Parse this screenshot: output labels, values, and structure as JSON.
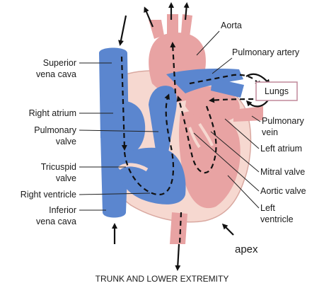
{
  "labels": {
    "aorta": "Aorta",
    "pulmonary_artery": "Pulmonary artery",
    "lungs": "Lungs",
    "pulmonary_vein_1": "Pulmonary",
    "pulmonary_vein_2": "vein",
    "left_atrium": "Left atrium",
    "mitral_valve": "Mitral valve",
    "aortic_valve": "Aortic valve",
    "left_ventricle_1": "Left",
    "left_ventricle_2": "ventricle",
    "apex": "apex",
    "superior_vena_cava_1": "Superior",
    "superior_vena_cava_2": "vena cava",
    "right_atrium": "Right atrium",
    "pulmonary_valve_1": "Pulmonary",
    "pulmonary_valve_2": "valve",
    "tricuspid_valve_1": "Tricuspid",
    "tricuspid_valve_2": "valve",
    "right_ventricle": "Right ventricle",
    "inferior_vena_cava_1": "Inferior",
    "inferior_vena_cava_2": "vena cava",
    "caption": "TRUNK AND LOWER EXTREMITY"
  },
  "colors": {
    "oxygenated": "#e8a3a3",
    "deoxygenated": "#5b86cf",
    "heart_wall": "#f6d8d0",
    "lungs_border": "#c0889a"
  }
}
